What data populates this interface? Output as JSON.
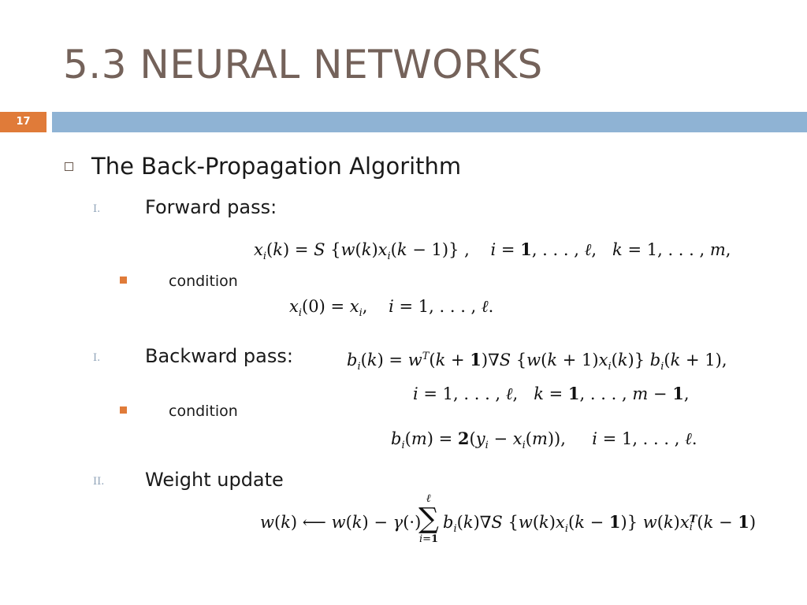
{
  "slide": {
    "title": "5.3 NEURAL NETWORKS",
    "slide_number": "17",
    "heading": "The Back-Propagation Algorithm",
    "colors": {
      "title": "#74625a",
      "number_box": "#e07b39",
      "bar": "#8fb3d4",
      "roman": "#8fa3b8",
      "square_bullet": "#e07b39"
    }
  },
  "items": [
    {
      "marker": "I.",
      "label": "Forward pass:"
    },
    {
      "marker": "I.",
      "label": "Backward pass:"
    },
    {
      "marker": "II.",
      "label": "Weight update"
    }
  ],
  "conditions": [
    {
      "label": "condition"
    },
    {
      "label": "condition"
    }
  ],
  "equations": {
    "forward": "x_i(k) = S{w(k)x_i(k − 1)},   i = 1, …, ℓ,   k = 1, …, m,",
    "forward_condition": "x_i(0) = x_i,   i = 1, …, ℓ.",
    "backward_line1": "b_i(k) = w^T(k + 1)∇S{w(k + 1)x_i(k)} b_i(k + 1),",
    "backward_line2": "i = 1, …, ℓ,   k = 1, …, m − 1,",
    "backward_condition": "b_i(m) = 2(y_i − x_i(m)),   i = 1, …, ℓ.",
    "weight_update": "w(k) ⟵ w(k) − γ(·) Σ_{i=1}^{ℓ} b_i(k)∇S{w(k)x_i(k − 1)} w(k)x_i^T(k − 1)"
  }
}
